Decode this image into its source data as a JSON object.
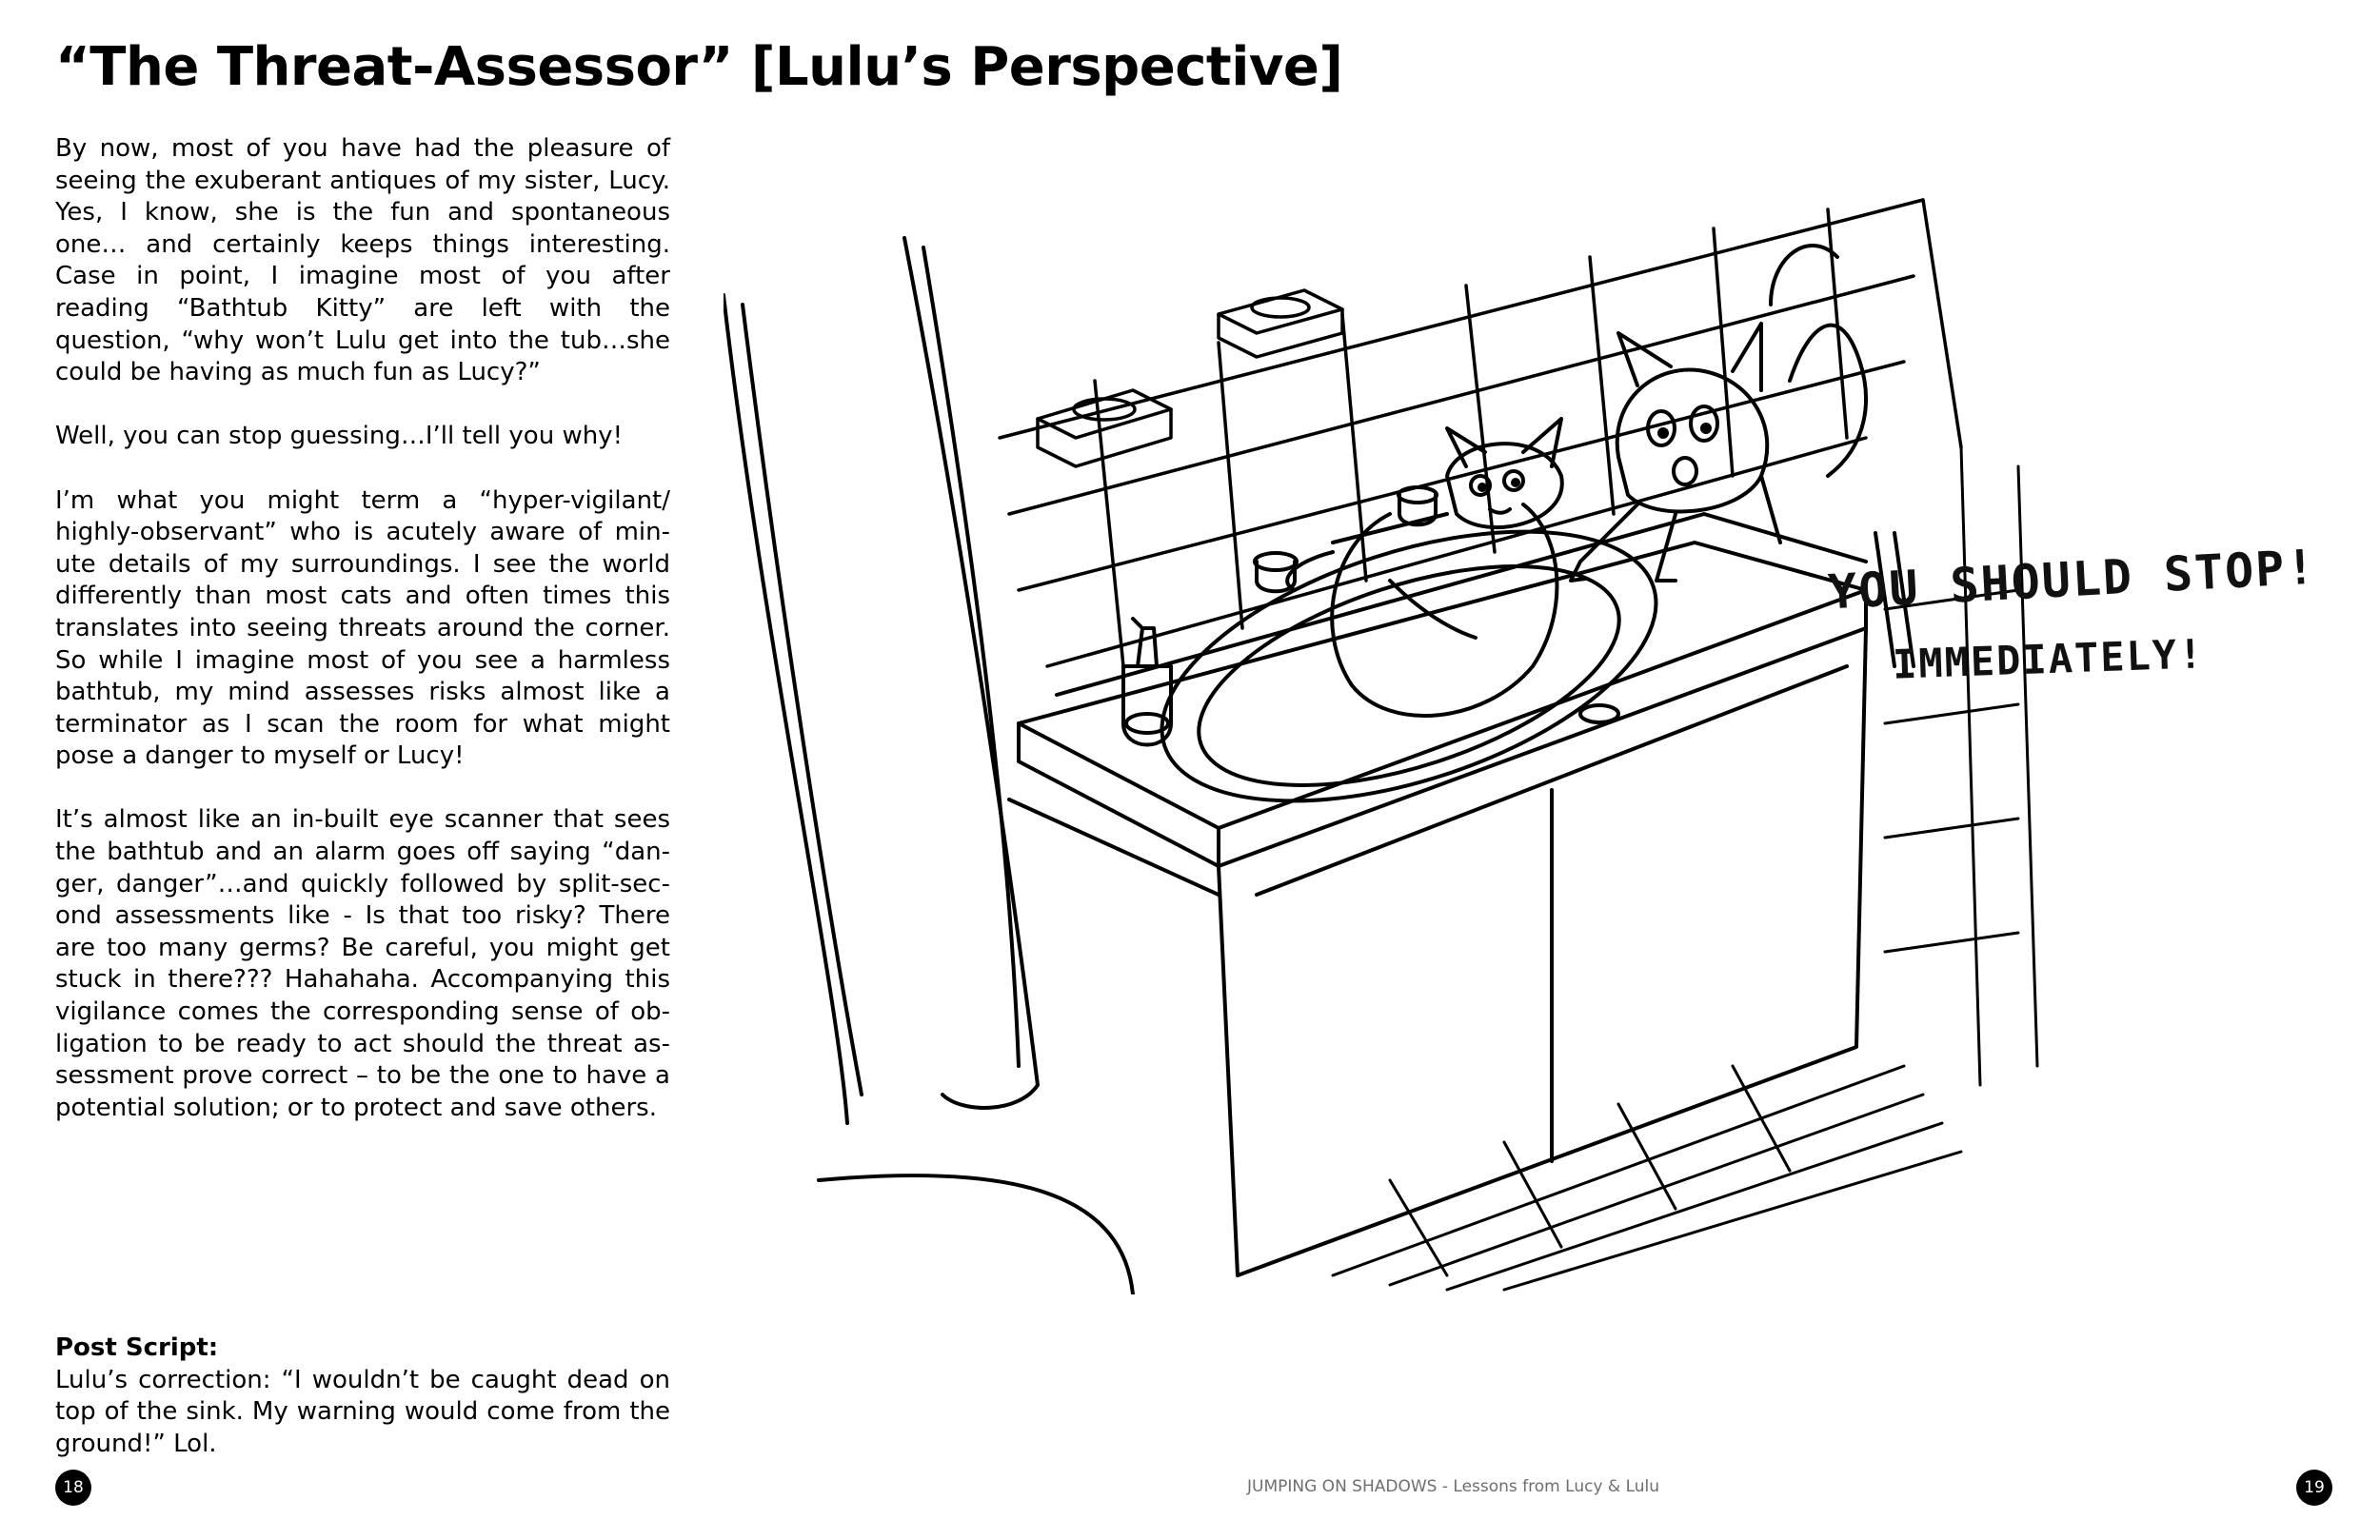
{
  "page": {
    "title": "“The Threat-Assessor” [Lulu’s Perspective]",
    "paragraphs": [
      "By now, most of you have had the pleasure of seeing the exuberant antiques of my sister, Lucy. Yes, I know, she is the fun and spontaneous one… and certainly keeps things interesting. Case in point, I imagine most of you after reading “Bath­tub Kitty” are left with the question, “why won’t Lulu get into the tub…she could be having as much fun as Lucy?”",
      "Well, you can stop guessing…I’ll tell you why!",
      "I’m what you might term a “hyper-vigilant/ highly-observant” who is acutely aware of min­ute details of my surroundings. I see the world differently than most cats and often times this translates into seeing threats around the corner. So while I imagine most of you see a harmless bathtub, my mind assesses risks almost like a ter­minator as I scan the room for what might pose a danger to myself or Lucy!",
      "It’s almost like an in-built eye scanner that sees the bathtub and an alarm goes off saying “dan­ger, danger”…and quickly followed by split-sec­ond assessments like - Is that too risky? There are too many germs? Be careful, you might get stuck in there??? Hahahaha. Accompanying this vigilance comes the corresponding sense of ob­ligation to be ready to act should the threat as­sessment prove correct – to be the one to have a potential solution; or to protect and save others."
    ],
    "post_script": {
      "heading": "Post Script:",
      "body": "Lulu’s correction: “I wouldn’t be caught dead on top of the sink. My warning would come from the ground!” Lol."
    },
    "illustration": {
      "speech_line1": "YOU SHOULD STOP!",
      "speech_line2": "IMMEDIATELY!"
    },
    "footer": {
      "page_left": "18",
      "page_right": "19",
      "running_title": "JUMPING ON SHADOWS - Lessons from Lucy & Lulu"
    }
  }
}
